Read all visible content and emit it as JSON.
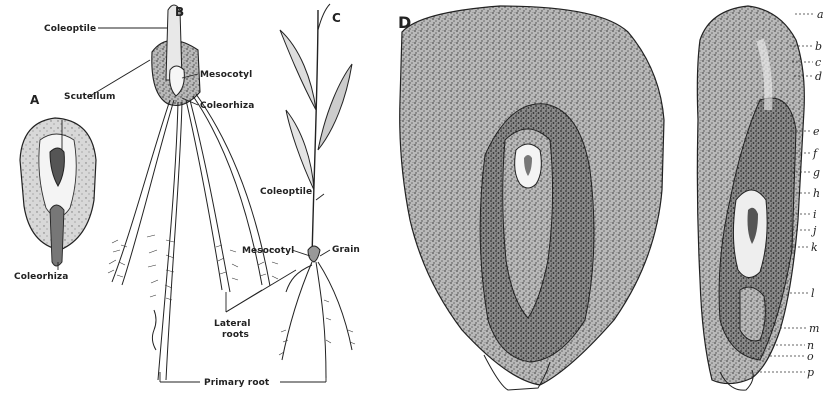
{
  "panels": {
    "a": "A",
    "b": "B",
    "c": "C",
    "d": "D"
  },
  "labels": {
    "coleoptile_top": "Coleoptile",
    "scutellum": "Scutellum",
    "mesocotyl_b": "Mesocotyl",
    "coleorhiza_b": "Coleorhiza",
    "coleorhiza_a": "Coleorhiza",
    "coleoptile_c": "Coleoptile",
    "grain": "Grain",
    "mesocotyl_c": "Mesocotyl",
    "lateral_roots": "Lateral roots",
    "primary_root": "Primary root"
  },
  "lateral_roots_lines": [
    "Lateral",
    "roots"
  ],
  "letters": [
    "a",
    "b",
    "c",
    "d",
    "e",
    "f",
    "g",
    "h",
    "i",
    "j",
    "k",
    "l",
    "m",
    "n",
    "o",
    "p"
  ]
}
